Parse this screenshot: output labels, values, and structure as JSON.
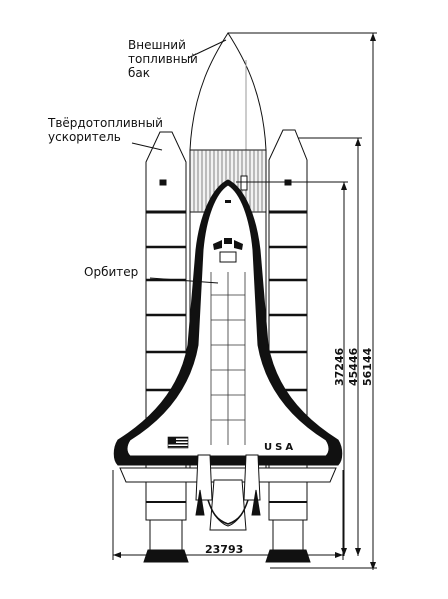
{
  "labels": {
    "external_tank": [
      "Внешний",
      "топливный",
      "бак"
    ],
    "srb": [
      "Твёрдотопливный",
      "ускоритель"
    ],
    "orbiter": "Орбитер"
  },
  "orbiter_marking": "USA",
  "dimensions": {
    "width": "23793",
    "orbiter_height": "37246",
    "srb_height": "45446",
    "total_height": "56144"
  },
  "colors": {
    "line": "#111111",
    "fill": "#ffffff",
    "dark": "#111111",
    "light_gray": "#f2f2f2"
  }
}
